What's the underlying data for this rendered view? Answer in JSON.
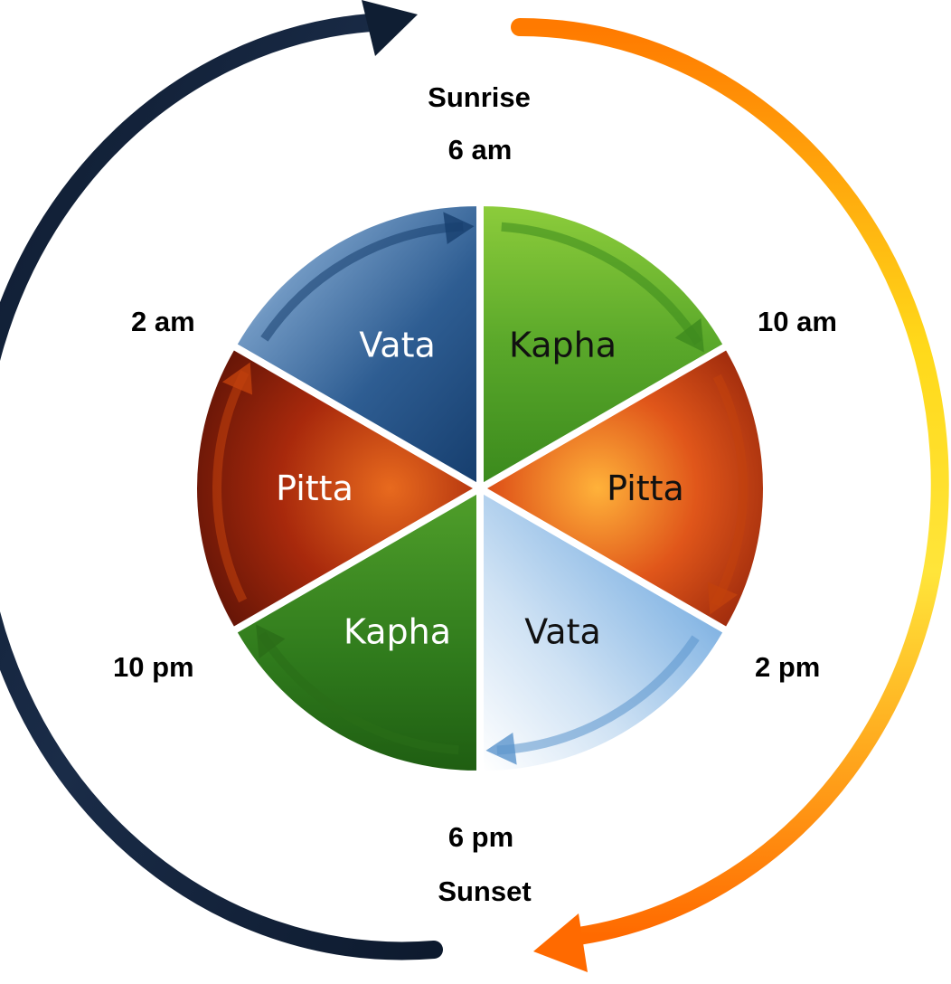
{
  "top": {
    "line1": "Sunrise",
    "line2": "6 am"
  },
  "bottom": {
    "line1": "6 pm",
    "line2": "Sunset"
  },
  "times": {
    "t2am": "2 am",
    "t10am": "10 am",
    "t2pm": "2 pm",
    "t10pm": "10 pm"
  },
  "segments": [
    {
      "label": "Vata",
      "theme": "sky-dark",
      "text_color": "#ffffff"
    },
    {
      "label": "Kapha",
      "theme": "grass-light",
      "text_color": "#111111"
    },
    {
      "label": "Pitta",
      "theme": "fire",
      "text_color": "#111111"
    },
    {
      "label": "Vata",
      "theme": "sky-light",
      "text_color": "#111111"
    },
    {
      "label": "Kapha",
      "theme": "grass-dark",
      "text_color": "#ffffff"
    },
    {
      "label": "Pitta",
      "theme": "fire-dark",
      "text_color": "#ffffff"
    }
  ],
  "colors": {
    "night_arc": "#0f1e33",
    "day_arc_start": "#ff7a00",
    "day_arc_mid": "#ffe23a",
    "day_arc_end": "#ff6a00"
  }
}
